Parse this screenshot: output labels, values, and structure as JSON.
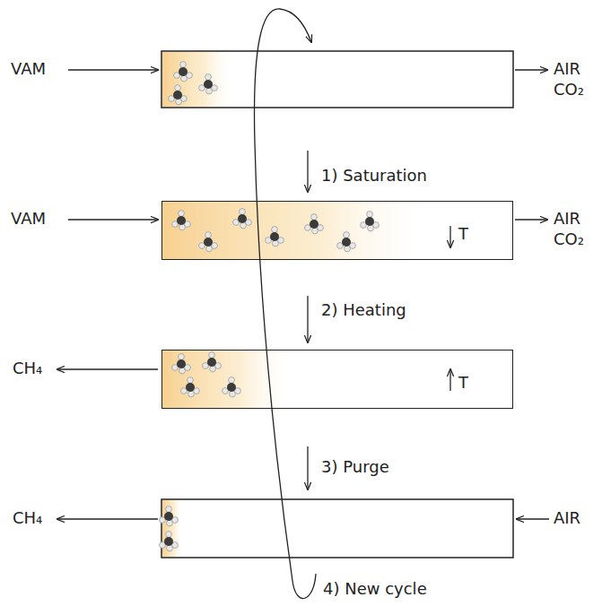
{
  "diagram": {
    "nodes": [
      {
        "text": [
          "T"
        ]
      },
      {
        "text": [
          "T"
        ]
      }
    ],
    "edges": [
      {
        "from": 0,
        "to": 1,
        "arrow": "to",
        "label": "2) Heating"
      }
    ],
    "labels": [
      "VAM",
      "AIR",
      "CO₂",
      "1) Saturation",
      "VAM",
      "AIR",
      "CO₂",
      "CH₄",
      "3) Purge",
      "CH₄",
      "AIR",
      "4) New cycle"
    ]
  }
}
